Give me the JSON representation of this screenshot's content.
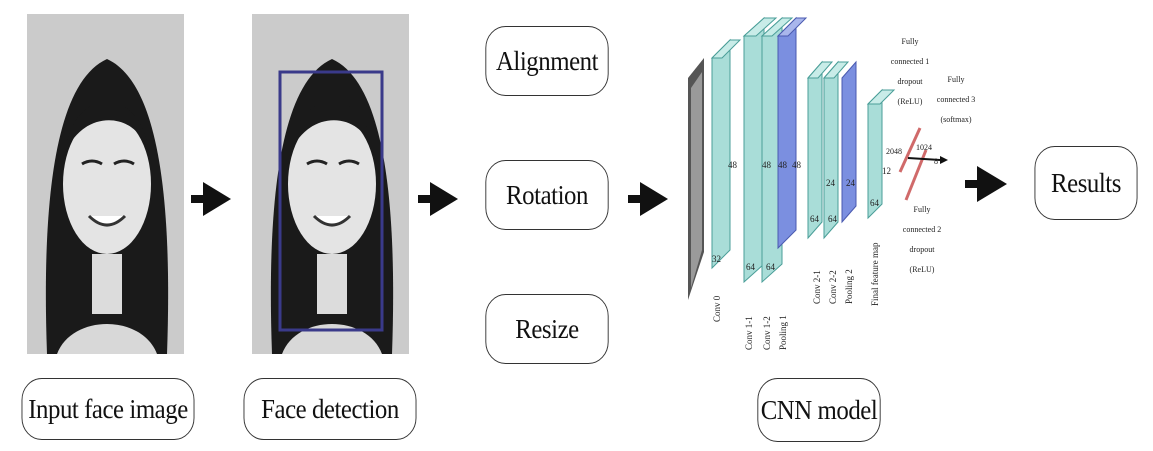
{
  "steps": {
    "input_label": "Input face image",
    "detection_label": "Face detection",
    "alignment_label": "Alignment",
    "rotation_label": "Rotation",
    "resize_label": "Resize",
    "cnn_label": "CNN model",
    "results_label": "Results"
  },
  "cnn": {
    "layers": [
      "Conv 0",
      "Conv 1-1",
      "Conv 1-2",
      "Pooling 1",
      "Conv 2-1",
      "Conv 2-2",
      "Pooling 2",
      "Final feature map"
    ],
    "dims": {
      "d48a": "48",
      "d48b": "48",
      "d48c": "48",
      "d48d": "48",
      "d32": "32",
      "d64a": "64",
      "d64b": "64",
      "d24a": "24",
      "d24b": "24",
      "d64c": "64",
      "d64d": "64",
      "d12": "12",
      "d64e": "64",
      "d2048": "2048",
      "d1024": "1024",
      "d8": "8"
    },
    "fc1": [
      "Fully",
      "connected 1",
      "dropout",
      "(ReLU)"
    ],
    "fc2": [
      "Fully",
      "connected 2",
      "dropout",
      "(ReLU)"
    ],
    "fc3": [
      "Fully",
      "connected 3",
      "(softmax)"
    ]
  },
  "colors": {
    "block_front": "#a9ddd8",
    "block_top": "#c8ece8",
    "block_edge": "#4a9e98",
    "pool_blue": "#7b8fe0",
    "detect_box": "#3a3a8a"
  }
}
